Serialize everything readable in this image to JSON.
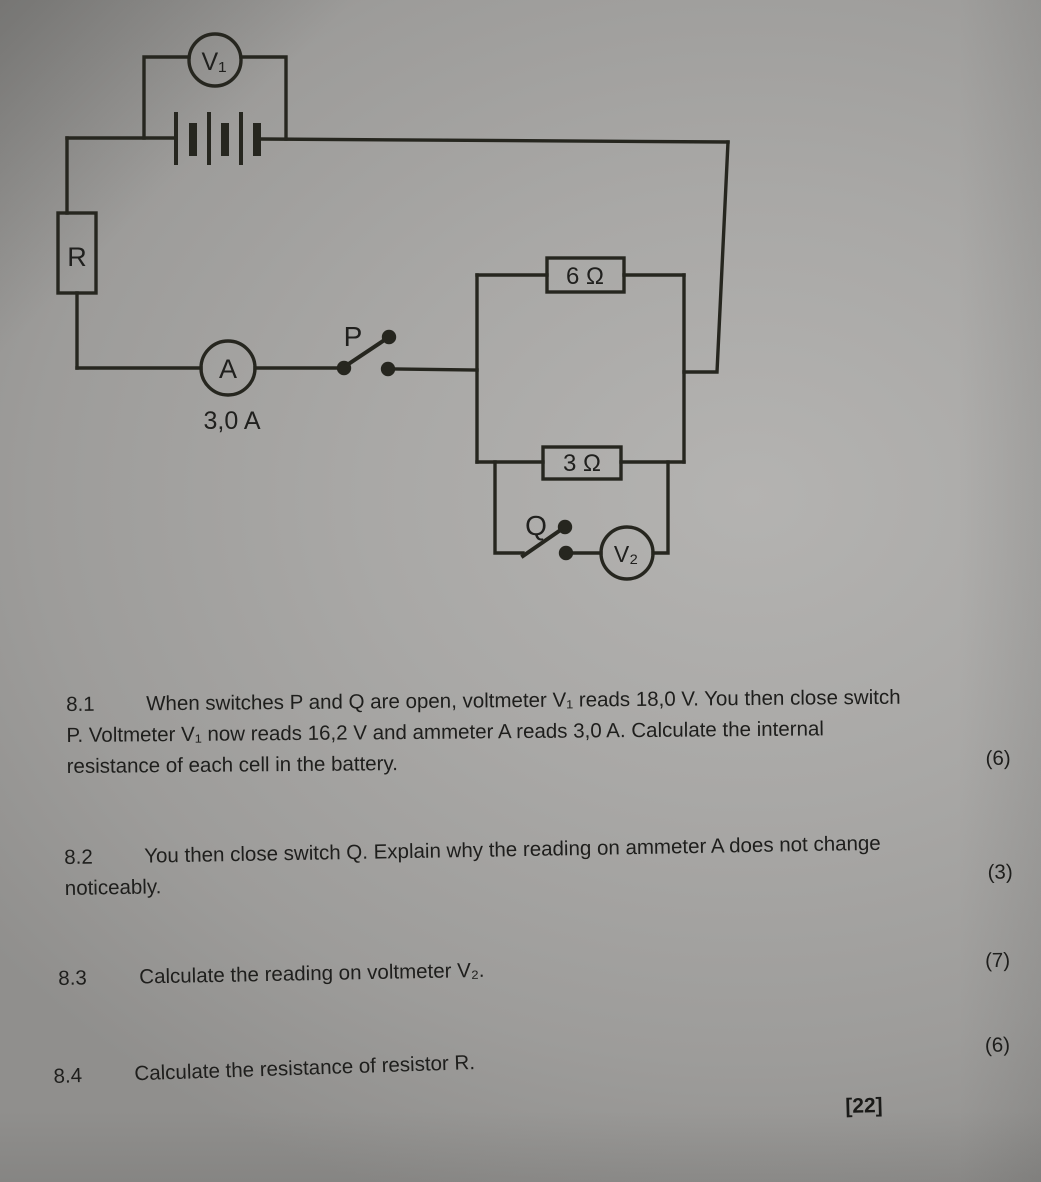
{
  "circuit": {
    "voltmeter_v1_label": "V₁",
    "voltmeter_v2_label": "V₂",
    "ammeter_label": "A",
    "ammeter_reading": "3,0 A",
    "resistor_r_label": "R",
    "resistor_6_label": "6 Ω",
    "resistor_3_label": "3 Ω",
    "switch_p_label": "P",
    "switch_q_label": "Q"
  },
  "questions": [
    {
      "number": "8.1",
      "lines": [
        "When switches P and Q are open, voltmeter V₁ reads 18,0 V. You then close switch",
        "P. Voltmeter V₁ now reads 16,2 V and ammeter A reads 3,0 A. Calculate the internal",
        "resistance of each cell in the battery."
      ],
      "marks": "(6)"
    },
    {
      "number": "8.2",
      "lines": [
        "You then close switch Q. Explain why the reading on ammeter A does not change",
        "noticeably."
      ],
      "marks": "(3)"
    },
    {
      "number": "8.3",
      "lines": [
        "Calculate the reading on voltmeter V₂."
      ],
      "marks": "(7)"
    },
    {
      "number": "8.4",
      "lines": [
        "Calculate the resistance of resistor R."
      ],
      "marks": "(6)"
    }
  ],
  "total_marks": "[22]"
}
